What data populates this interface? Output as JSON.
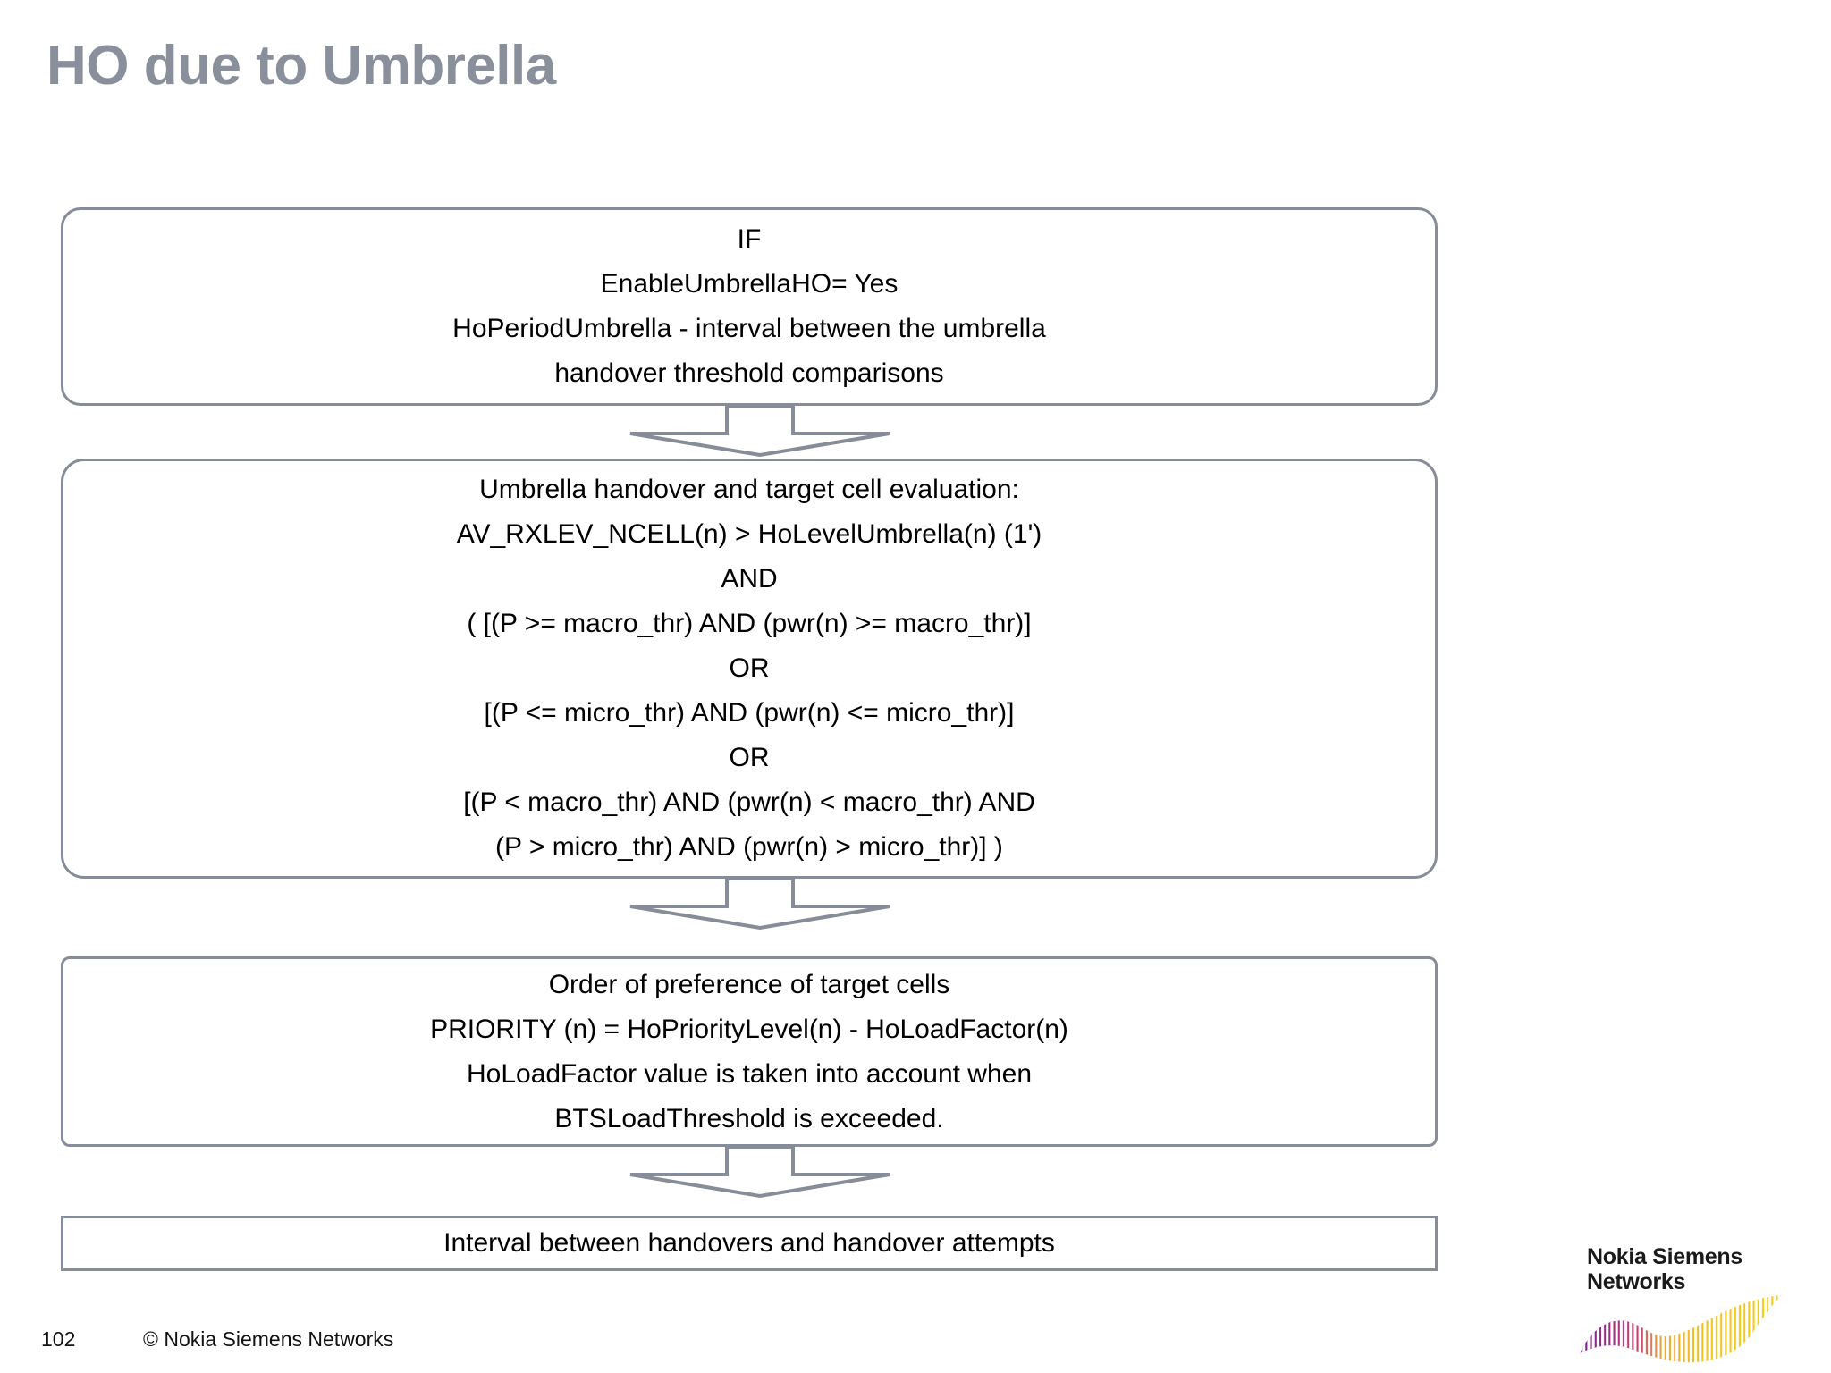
{
  "slide": {
    "title": "HO due to Umbrella",
    "title_color": "#8a909b",
    "background": "#ffffff",
    "box_border_color": "#868d99",
    "arrow_color": "#868d99"
  },
  "flow": {
    "boxes": [
      {
        "name": "condition",
        "lines": [
          "IF",
          "EnableUmbrellaHO= Yes",
          "HoPeriodUmbrella - interval between the umbrella",
          "handover threshold comparisons"
        ]
      },
      {
        "name": "evaluation",
        "lines": [
          "Umbrella handover and target cell evaluation:",
          "AV_RXLEV_NCELL(n) > HoLevelUmbrella(n) (1')",
          "AND",
          "( [(P >= macro_thr) AND (pwr(n) >= macro_thr)]",
          "OR",
          "[(P <= micro_thr) AND (pwr(n) <= micro_thr)]",
          "OR",
          "[(P < macro_thr) AND (pwr(n) < macro_thr) AND",
          "(P > micro_thr) AND (pwr(n) > micro_thr)] )"
        ]
      },
      {
        "name": "preference",
        "lines": [
          "Order of preference of target cells",
          "PRIORITY (n) = HoPriorityLevel(n) - HoLoadFactor(n)",
          "HoLoadFactor value is taken into account when",
          "BTSLoadThreshold is exceeded."
        ]
      },
      {
        "name": "interval",
        "lines": [
          "Interval between handovers and handover attempts"
        ]
      }
    ],
    "connectors": [
      {
        "name": "arrow-condition-to-evaluation",
        "direction": "down"
      },
      {
        "name": "arrow-evaluation-to-preference",
        "direction": "down"
      },
      {
        "name": "arrow-preference-to-interval",
        "direction": "down"
      }
    ]
  },
  "footer": {
    "page_number": "102",
    "copyright": "© Nokia Siemens Networks"
  },
  "logo": {
    "line1": "Nokia Siemens",
    "line2": "Networks",
    "wave_color_start": "#7b2d8e",
    "wave_color_mid": "#c83c6e",
    "wave_color_end": "#f5c518"
  }
}
